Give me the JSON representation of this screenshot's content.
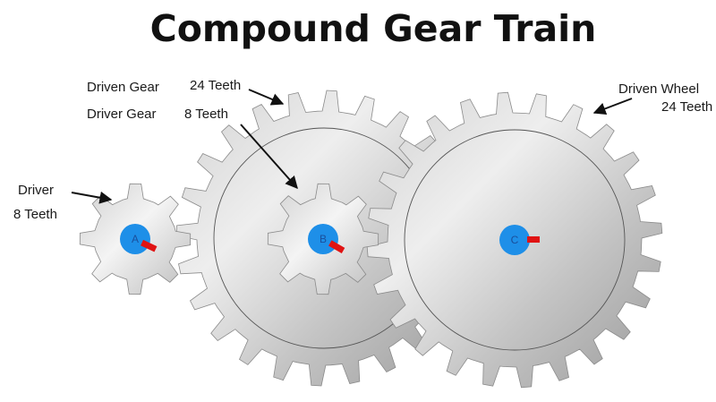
{
  "title": "Compound Gear Train",
  "labels": {
    "driver": "Driver",
    "driver_teeth": "8 Teeth",
    "driven_gear": "Driven Gear",
    "driven_gear_teeth": "24 Teeth",
    "driver_gear": "Driver Gear",
    "driver_gear_teeth": "8 Teeth",
    "driven_wheel": "Driven Wheel",
    "driven_wheel_teeth": "24 Teeth"
  },
  "gears": {
    "driver": {
      "hub_label": "A",
      "teeth": 8
    },
    "compound_large": {
      "teeth": 24
    },
    "compound_small": {
      "hub_label": "B",
      "teeth": 8
    },
    "driven_wheel": {
      "hub_label": "C",
      "teeth": 24
    }
  },
  "colors": {
    "gear_light": "#e4e4e4",
    "gear_dark": "#9a9a9a",
    "hub": "#1e8fe8",
    "key": "#e01313"
  }
}
